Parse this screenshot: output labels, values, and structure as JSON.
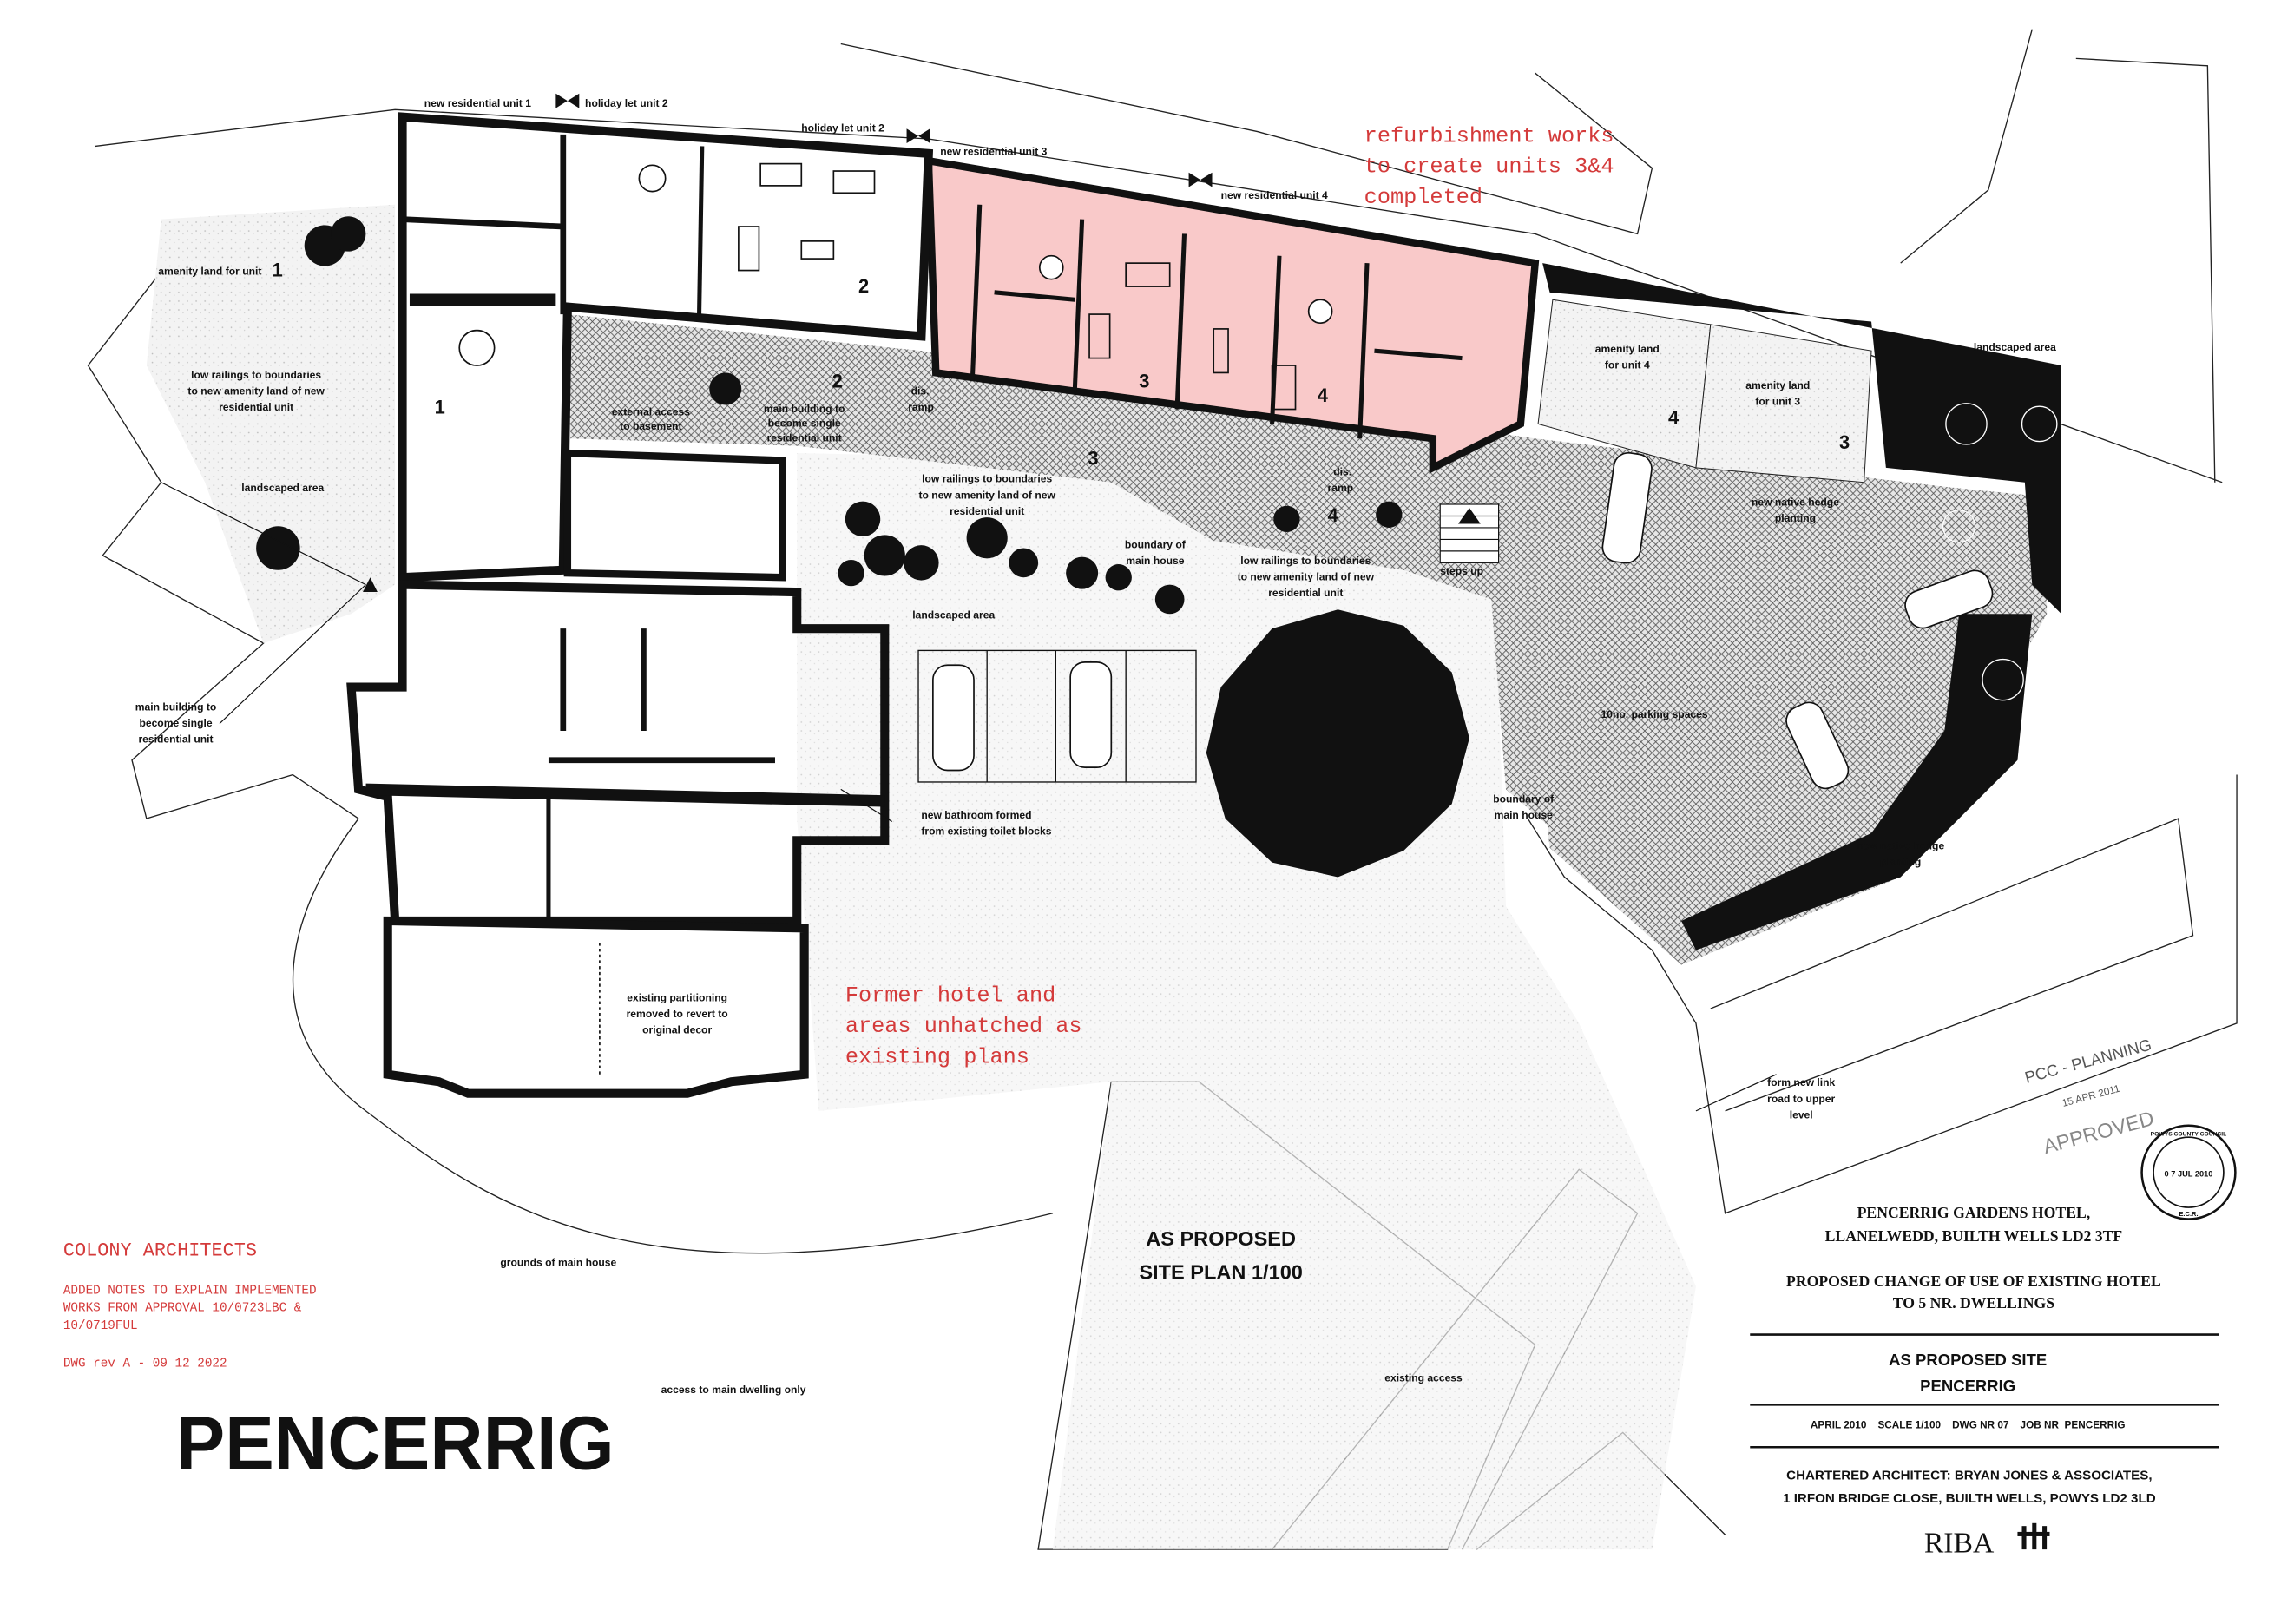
{
  "unit_headers": {
    "u1": "new residential unit 1",
    "u2a": "holiday let unit 2",
    "u2b": "holiday let unit 2",
    "u3": "new residential unit 3",
    "u4": "new residential unit 4"
  },
  "red_notes": {
    "refurb": [
      "refurbishment works",
      "to create units 3&4",
      "completed"
    ],
    "former": [
      "Former hotel and",
      "areas unhatched as",
      "existing plans"
    ],
    "colony_title": "COLONY ARCHITECTS",
    "added_notes": [
      "ADDED NOTES TO EXPLAIN IMPLEMENTED",
      "WORKS FROM APPROVAL 10/0723LBC &",
      "10/0719FUL"
    ],
    "revision": "DWG rev A - 09 12 2022"
  },
  "annotations": {
    "amenity_unit1": "amenity land for unit",
    "amenity_unit1_num": "1",
    "railings_left": [
      "low railings to boundaries",
      "to new amenity land of new",
      "residential unit"
    ],
    "landscaped_left": "landscaped area",
    "main_building_left": [
      "main building to",
      "become single",
      "residential unit"
    ],
    "external_access": [
      "external access",
      "to basement"
    ],
    "main_building_mid": [
      "main building to",
      "become single",
      "residential unit"
    ],
    "dis_ramp_1": [
      "dis.",
      "ramp"
    ],
    "dis_ramp_2": [
      "dis.",
      "ramp"
    ],
    "railings_mid": [
      "low railings to boundaries",
      "to new amenity land of new",
      "residential unit"
    ],
    "boundary_main_1": [
      "boundary of",
      "main house"
    ],
    "landscaped_mid": "landscaped area",
    "railings_right": [
      "low railings to boundaries",
      "to new amenity land of new",
      "residential unit"
    ],
    "steps_up": "steps up",
    "amenity_unit4": [
      "amenity land",
      "for unit 4"
    ],
    "amenity_unit3": [
      "amenity land",
      "for unit 3"
    ],
    "landscaped_right": "landscaped area",
    "hedge_1": [
      "new native hedge",
      "planting"
    ],
    "parking": "10no. parking spaces",
    "bathroom": [
      "new bathroom formed",
      "from existing toilet blocks"
    ],
    "boundary_main_2": [
      "boundary of",
      "main house"
    ],
    "hedge_2": [
      "new native hedge",
      "planting"
    ],
    "partitioning": [
      "existing partitioning",
      "removed to revert to",
      "original decor"
    ],
    "link_road": [
      "form new link",
      "road to upper",
      "level"
    ],
    "grounds": "grounds of main house",
    "existing_access": "existing access",
    "access_main": "access to main dwelling only"
  },
  "unit_numbers": {
    "n1": "1",
    "n2a": "2",
    "n2b": "2",
    "n3a": "3",
    "n4a": "4",
    "n3b": "3",
    "n4b": "4",
    "n4c": "4",
    "n3c": "3"
  },
  "plan_title": [
    "AS PROPOSED",
    "SITE PLAN 1/100"
  ],
  "big_title": "PENCERRIG",
  "stamps": {
    "pcc": "PCC - PLANNING",
    "pcc_date": "15 APR 2011",
    "approved": "APPROVED",
    "council": "POWYS COUNTY COUNCIL",
    "council_date": "0 7 JUL 2010",
    "initials": "E.C.R."
  },
  "title_block": {
    "project": [
      "PENCERRIG GARDENS HOTEL,",
      "LLANELWEDD, BUILTH WELLS LD2 3TF"
    ],
    "description": [
      "PROPOSED CHANGE OF USE OF EXISTING HOTEL",
      "TO 5 NR. DWELLINGS"
    ],
    "drawing_title": [
      "AS PROPOSED SITE",
      "PENCERRIG"
    ],
    "meta": "APRIL 2010    SCALE 1/100    DWG NR 07    JOB NR  PENCERRIG",
    "architect": [
      "CHARTERED ARCHITECT: BRYAN JONES & ASSOCIATES,",
      "1 IRFON BRIDGE CLOSE, BUILTH WELLS, POWYS LD2 3LD"
    ],
    "riba": "RIBA"
  },
  "colors": {
    "pink": "#f9c9c9",
    "red_text": "#d43a3a",
    "ink": "#111111"
  }
}
